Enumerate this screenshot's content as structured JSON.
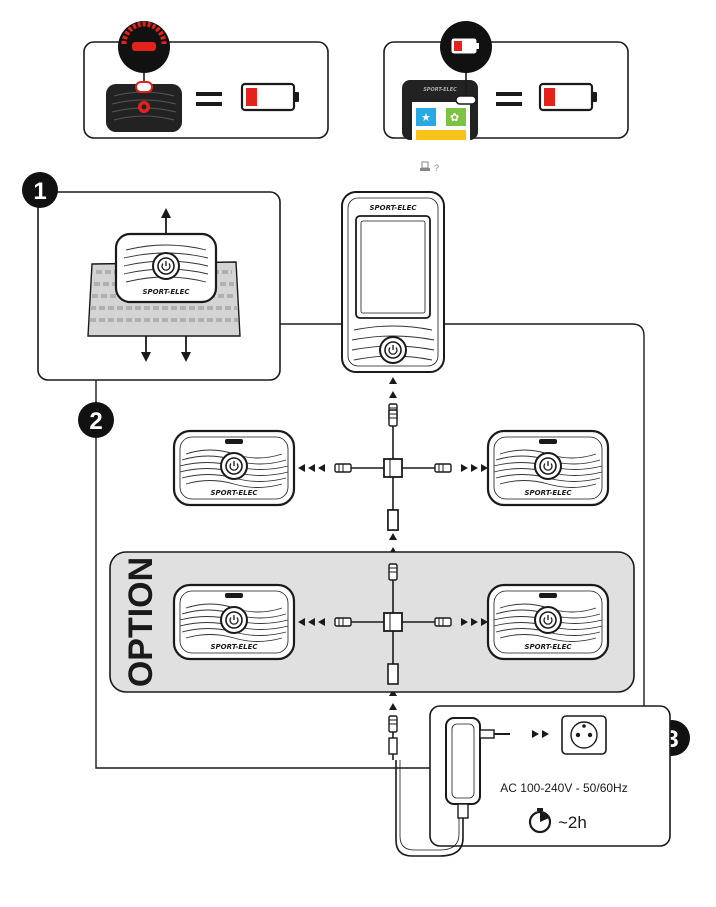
{
  "brand": "SPORT-ELEC",
  "steps": {
    "one": "1",
    "two": "2",
    "three": "3"
  },
  "option_label": "OPTION",
  "charging_symbol_text": "?",
  "charger": {
    "voltage_spec": "AC 100-240V - 50/60Hz",
    "duration": "~2h"
  },
  "battery_level_low": 0.25,
  "colors": {
    "outline": "#1a1a1a",
    "battery_red": "#e3231b",
    "option_fill": "#e0e0e0",
    "badge": "#111111",
    "device_dark": "#222222",
    "screen_blue": "#29a9e1",
    "screen_green": "#7dc242",
    "screen_yellow": "#f7c317",
    "electrode_texture": "#c8c8c8"
  },
  "icons": {
    "battery": "battery-low-icon",
    "power": "power-icon",
    "timer": "timer-icon",
    "outlet": "power-outlet-icon",
    "arrow": "arrow-icon"
  }
}
